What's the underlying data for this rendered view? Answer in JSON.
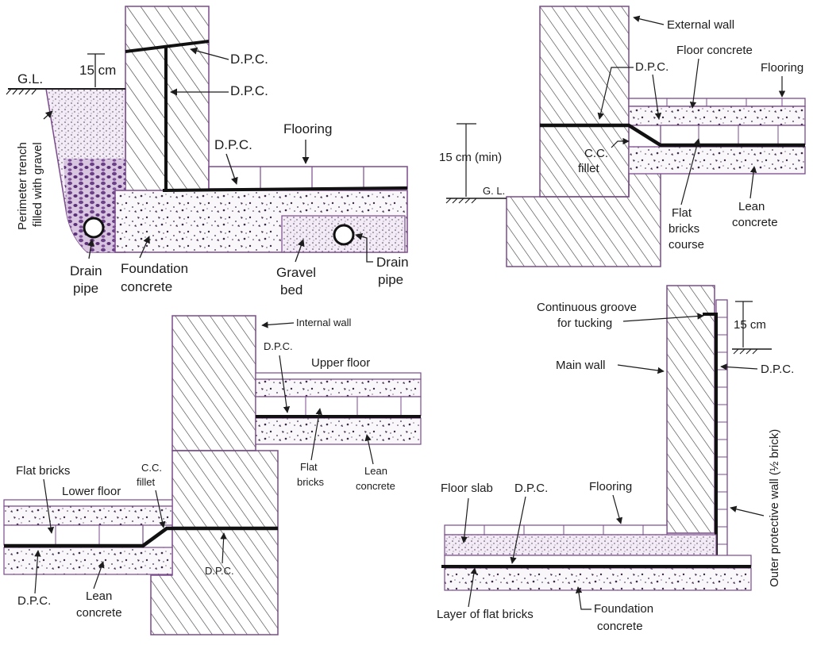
{
  "panels": {
    "p1": {
      "dim": "15 cm",
      "gl": "G.L.",
      "dpc_top": "D.P.C.",
      "dpc_vertical": "D.P.C.",
      "dpc_floor": "D.P.C.",
      "flooring": "Flooring",
      "trench_line1": "Perimeter trench",
      "trench_line2": "filled with gravel",
      "drain_left_1": "Drain",
      "drain_left_2": "pipe",
      "foundation_1": "Foundation",
      "foundation_2": "concrete",
      "gravel_1": "Gravel",
      "gravel_2": "bed",
      "drain_right_1": "Drain",
      "drain_right_2": "pipe"
    },
    "p2": {
      "external_wall": "External wall",
      "floor_concrete": "Floor concrete",
      "dpc": "D.P.C.",
      "flooring": "Flooring",
      "dim": "15 cm (min)",
      "cc_1": "C.C.",
      "cc_2": "fillet",
      "gl": "G. L.",
      "flat_1": "Flat",
      "flat_2": "bricks",
      "flat_3": "course",
      "lean_1": "Lean",
      "lean_2": "concrete"
    },
    "p3": {
      "internal_wall": "Internal wall",
      "dpc_upper": "D.P.C.",
      "upper_floor": "Upper floor",
      "flat_bricks_left": "Flat bricks",
      "lower_floor": "Lower floor",
      "cc_1": "C.C.",
      "cc_2": "fillet",
      "flat_1": "Flat",
      "flat_2": "bricks",
      "lean_r_1": "Lean",
      "lean_r_2": "concrete",
      "dpc_mid": "D.P.C.",
      "dpc_left": "D.P.C.",
      "lean_l_1": "Lean",
      "lean_l_2": "concrete"
    },
    "p4": {
      "groove_1": "Continuous groove",
      "groove_2": "for tucking",
      "dim": "15 cm",
      "main_wall": "Main wall",
      "dpc_vertical": "D.P.C.",
      "outer_wall": "Outer protective wall (½ brick)",
      "floor_slab": "Floor slab",
      "dpc": "D.P.C.",
      "flooring": "Flooring",
      "layer": "Layer of flat bricks",
      "foundation_1": "Foundation",
      "foundation_2": "concrete"
    }
  },
  "colors": {
    "ink": "#1c1c1c",
    "outline": "#7a4b8c",
    "gravel": "#6c3f8a",
    "concrete_dot": "#3b2a44"
  }
}
